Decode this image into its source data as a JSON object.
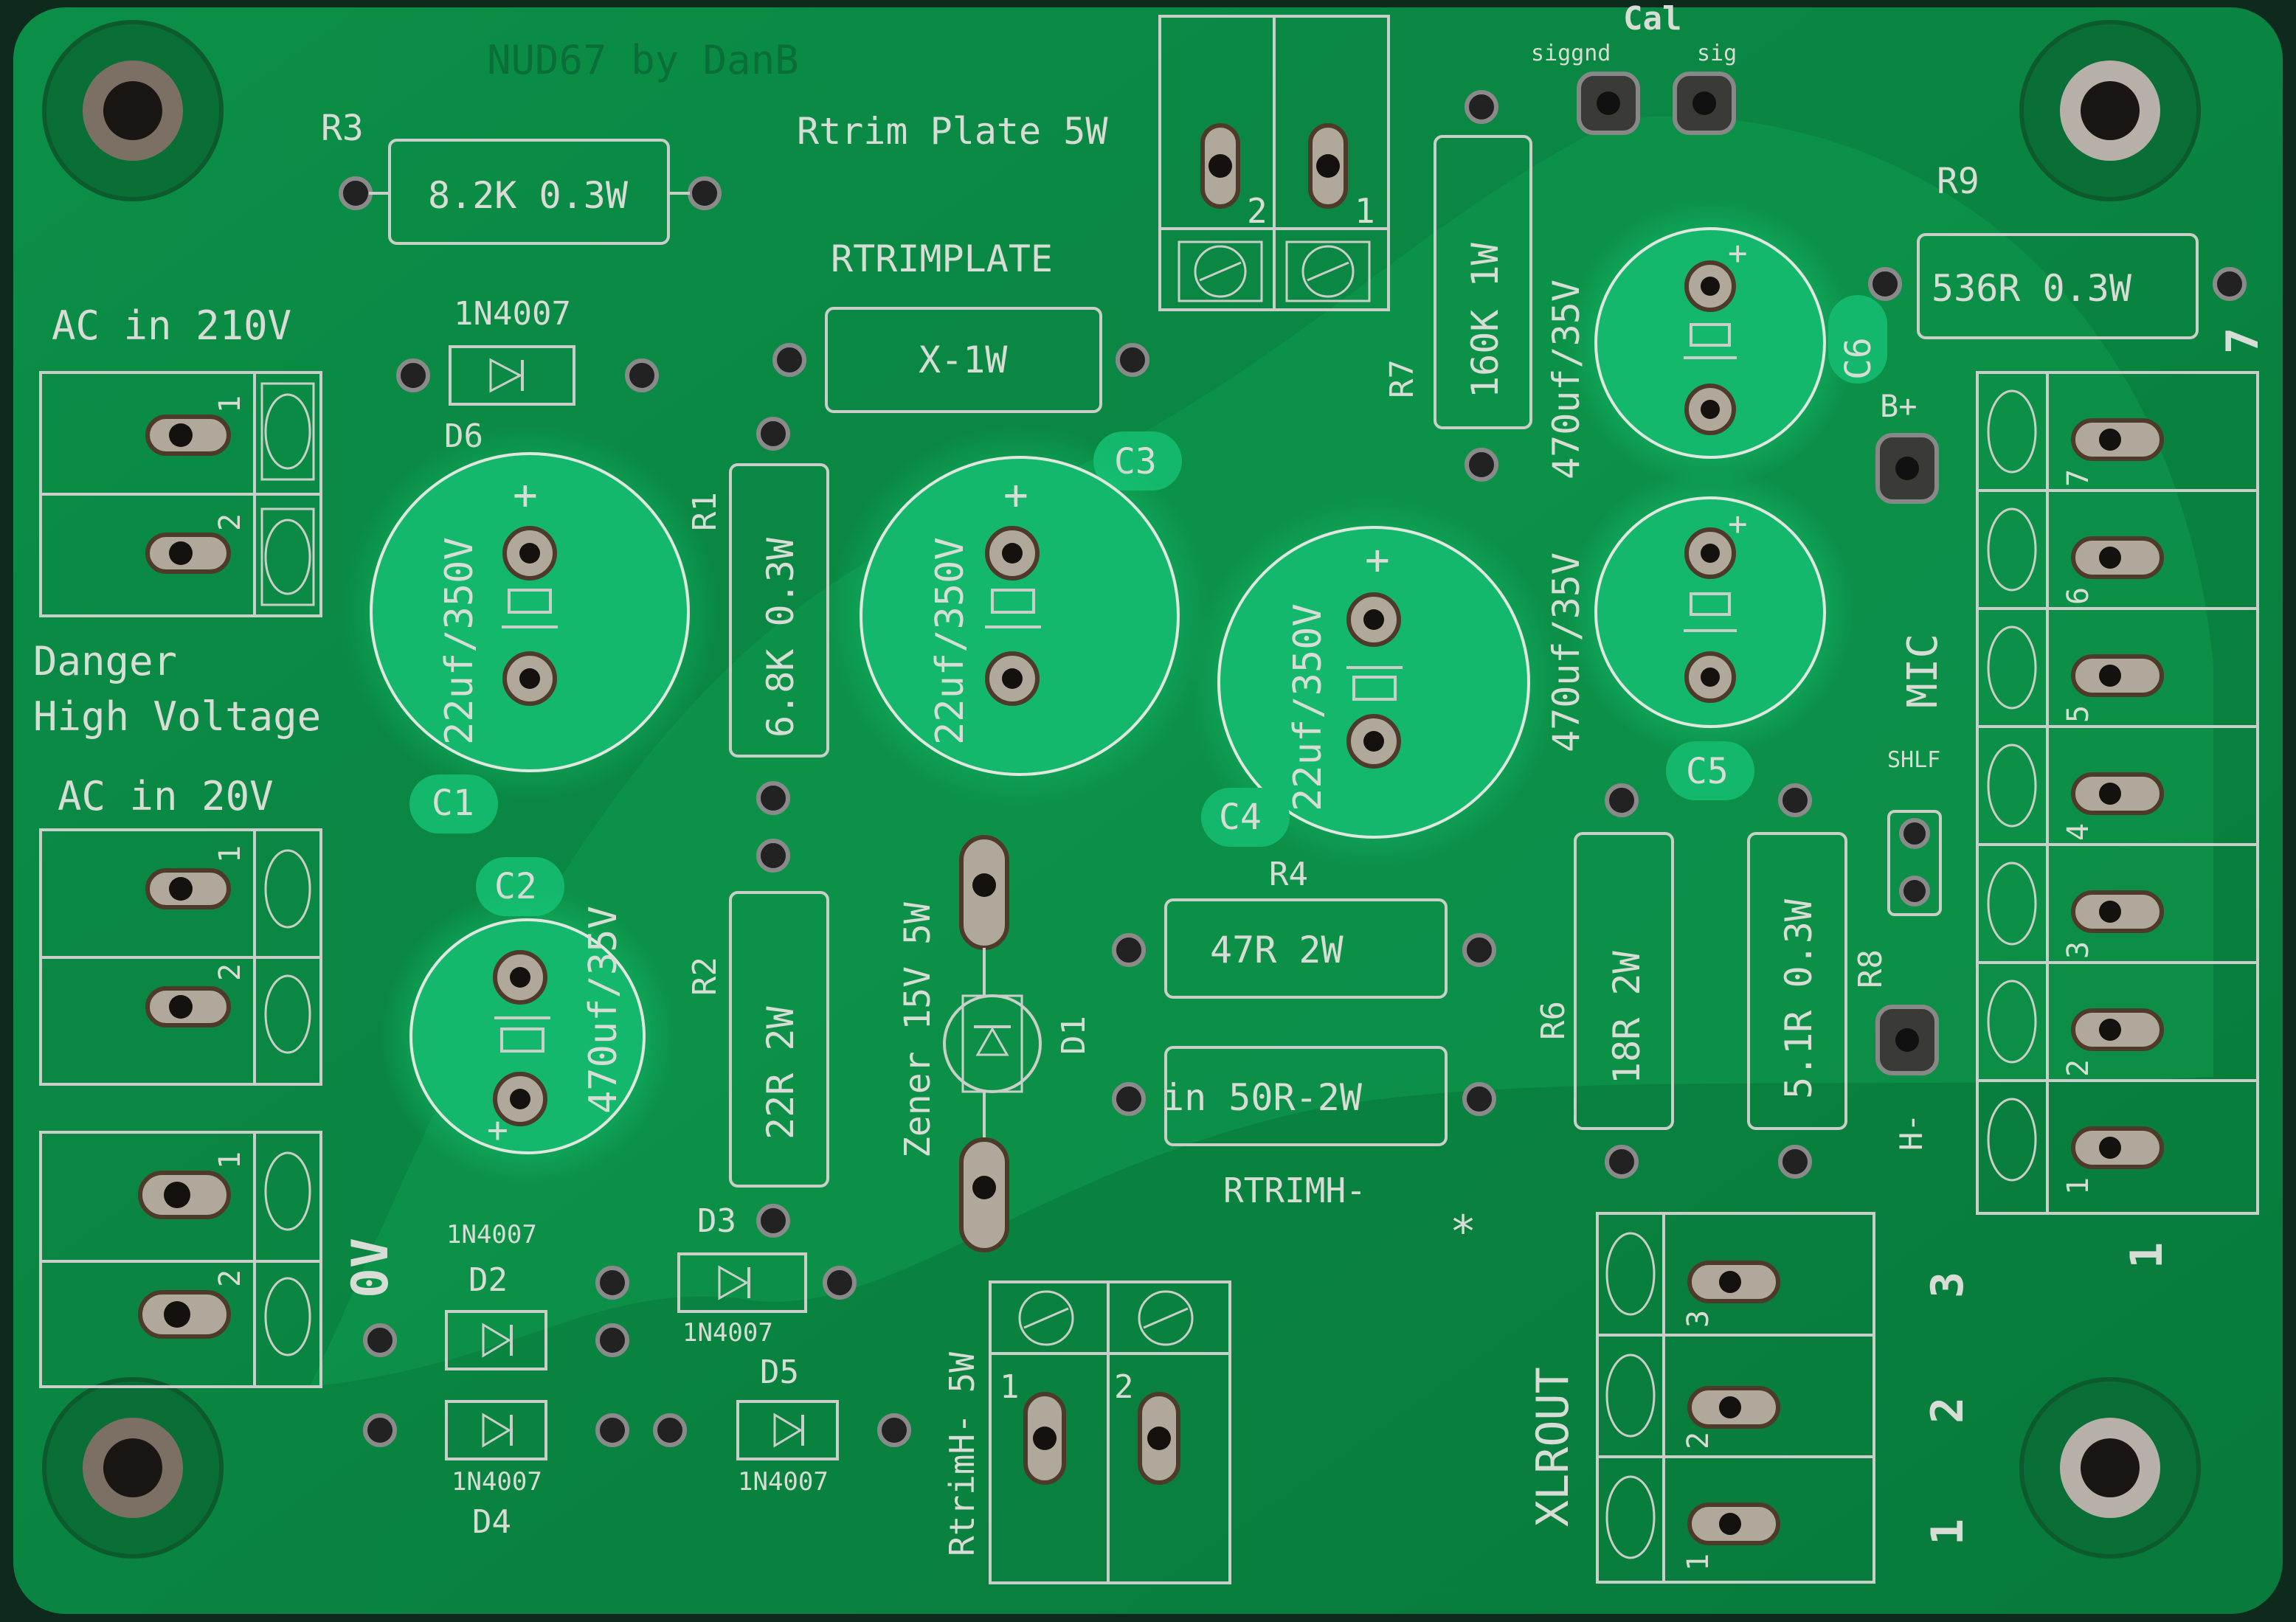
{
  "board": {
    "title": "NUD67 by DanB",
    "colors": {
      "board": "#0a8a44",
      "board_edge": "#0d2a1c",
      "silkscreen": "#d7dcd5",
      "capacitor_glow": "#13b86d",
      "pad_copper": "#b0a89a"
    }
  },
  "labels": {
    "cal": "Cal",
    "siggnd": "siggnd",
    "sig": "sig",
    "r3": "R3",
    "r3_value": "8.2K 0.3W",
    "rtrim_plate": "Rtrim Plate 5W",
    "rtrimplate": "RTRIMPLATE",
    "x1w": "X-1W",
    "d6_part": "1N4007",
    "d6": "D6",
    "ac_in_210": "AC in 210V",
    "danger": "Danger",
    "high_voltage": "High Voltage",
    "ac_in_20": "AC in 20V",
    "zero_v": "0V",
    "r1": "R1",
    "r1_value": "6.8K 0.3W",
    "r2": "R2",
    "r2_value": "22R 2W",
    "r7": "R7",
    "r7_value": "160K 1W",
    "r9": "R9",
    "r9_value": "536R  0.3W",
    "r4": "R4",
    "r4_value": "47R 2W",
    "rtrimh_value": "in 50R-2W",
    "rtrimh": "RTRIMH-",
    "r6": "R6",
    "r6_value": "18R 2W",
    "r8": "R8",
    "r8_value": "5.1R 0.3W",
    "d1": "D1",
    "zener": "Zener 15V 5W",
    "d2": "D2",
    "d2_part": "1N4007",
    "d3": "D3",
    "d3_part": "1N4007",
    "d4": "D4",
    "d4_part": "1N4007",
    "d5": "D5",
    "d5_part": "1N4007",
    "rtrimh_5w": "RtrimH- 5W",
    "xlrout": "XLROUT",
    "mic": "MIC",
    "shlf": "SHLF",
    "bplus": "B+",
    "hminus": "H-",
    "plus": "+",
    "seven": "7",
    "one": "1",
    "two": "2",
    "three": "3",
    "four": "4",
    "five": "5",
    "six": "6",
    "star": "*"
  },
  "capacitors": {
    "c1": {
      "name": "C1",
      "value": "22uf/350V"
    },
    "c2": {
      "name": "C2",
      "value": "470uf/35V"
    },
    "c3": {
      "name": "C3",
      "value": "22uf/350V"
    },
    "c4": {
      "name": "C4",
      "value": "22uf/350V"
    },
    "c5": {
      "name": "C5",
      "value": "470uf/35V"
    },
    "c6": {
      "name": "C6",
      "value": "470uf/35V"
    }
  }
}
